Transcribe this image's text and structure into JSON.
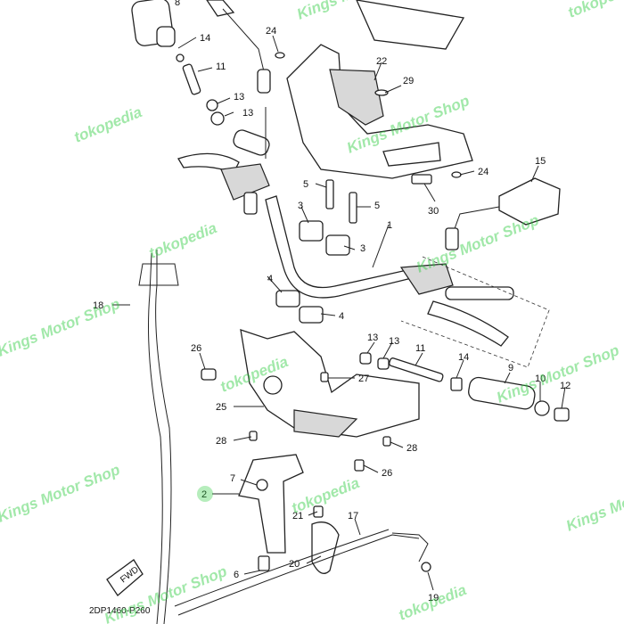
{
  "diagram": {
    "code": "2DP1460-P260",
    "fwd_label": "FWD",
    "labels": [
      {
        "id": "8",
        "text": "8"
      },
      {
        "id": "14a",
        "text": "14"
      },
      {
        "id": "11a",
        "text": "11"
      },
      {
        "id": "13a",
        "text": "13"
      },
      {
        "id": "13b",
        "text": "13"
      },
      {
        "id": "24a",
        "text": "24"
      },
      {
        "id": "22",
        "text": "22"
      },
      {
        "id": "29",
        "text": "29"
      },
      {
        "id": "24b",
        "text": "24"
      },
      {
        "id": "15",
        "text": "15"
      },
      {
        "id": "30",
        "text": "30"
      },
      {
        "id": "5a",
        "text": "5"
      },
      {
        "id": "5b",
        "text": "5"
      },
      {
        "id": "3a",
        "text": "3"
      },
      {
        "id": "3b",
        "text": "3"
      },
      {
        "id": "1",
        "text": "1"
      },
      {
        "id": "4a",
        "text": "4"
      },
      {
        "id": "4b",
        "text": "4"
      },
      {
        "id": "18",
        "text": "18"
      },
      {
        "id": "26a",
        "text": "26"
      },
      {
        "id": "13c",
        "text": "13"
      },
      {
        "id": "13d",
        "text": "13"
      },
      {
        "id": "11b",
        "text": "11"
      },
      {
        "id": "14b",
        "text": "14"
      },
      {
        "id": "9",
        "text": "9"
      },
      {
        "id": "10",
        "text": "10"
      },
      {
        "id": "12",
        "text": "12"
      },
      {
        "id": "27",
        "text": "27"
      },
      {
        "id": "25",
        "text": "25"
      },
      {
        "id": "28a",
        "text": "28"
      },
      {
        "id": "28b",
        "text": "28"
      },
      {
        "id": "26b",
        "text": "26"
      },
      {
        "id": "7",
        "text": "7"
      },
      {
        "id": "2",
        "text": "2"
      },
      {
        "id": "21",
        "text": "21"
      },
      {
        "id": "17",
        "text": "17"
      },
      {
        "id": "20",
        "text": "20"
      },
      {
        "id": "6",
        "text": "6"
      },
      {
        "id": "19",
        "text": "19"
      }
    ]
  },
  "watermarks": {
    "tokopedia": "tokopedia",
    "shop": "Kings Motor Shop"
  }
}
